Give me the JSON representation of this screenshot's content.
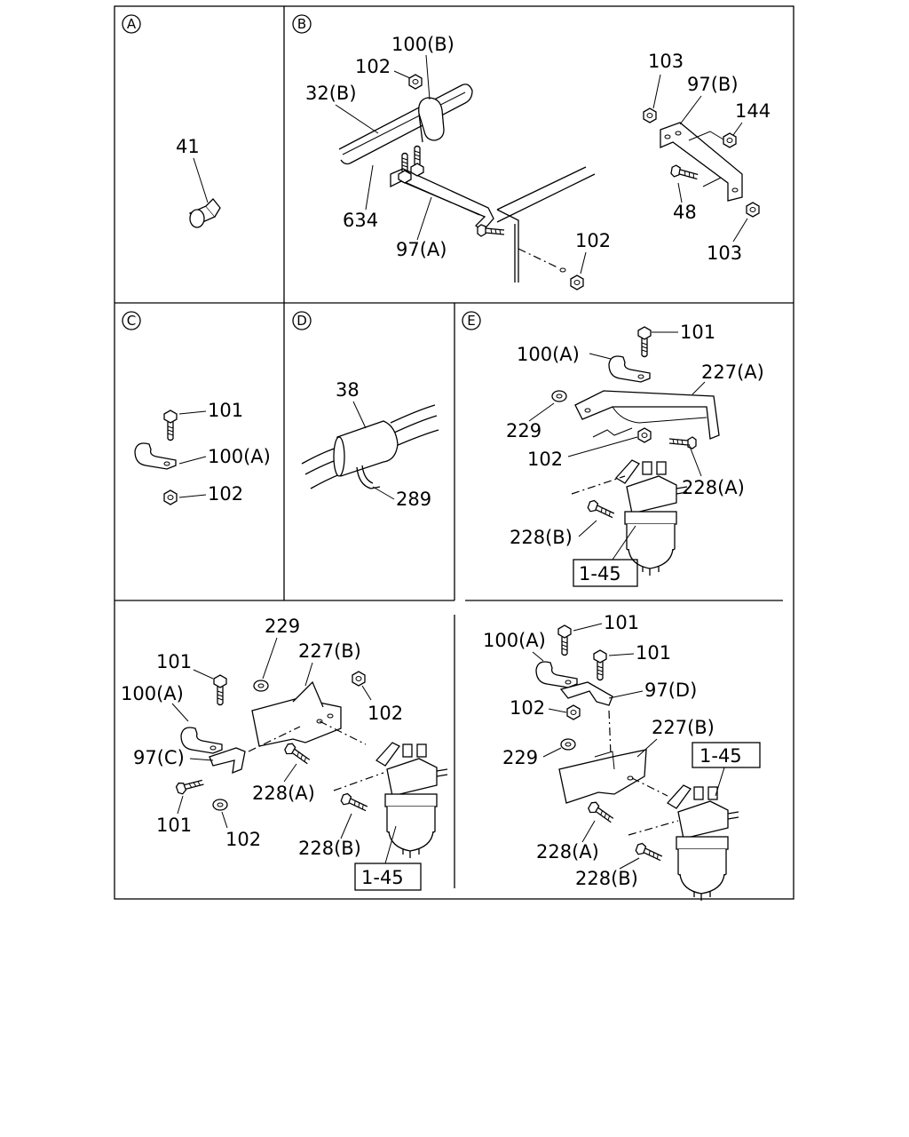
{
  "panels": {
    "A": {
      "marker": "A",
      "labels": {
        "p41": "41"
      }
    },
    "B": {
      "marker": "B",
      "labels": {
        "p100b": "100(B)",
        "p102a": "102",
        "p32b": "32(B)",
        "p634": "634",
        "p97a": "97(A)",
        "p102b": "102",
        "p103a": "103",
        "p97b": "97(B)",
        "p144": "144",
        "p48": "48",
        "p103b": "103"
      }
    },
    "C": {
      "marker": "C",
      "labels": {
        "p101": "101",
        "p100a": "100(A)",
        "p102": "102"
      }
    },
    "D": {
      "marker": "D",
      "labels": {
        "p38": "38",
        "p289": "289"
      }
    },
    "E": {
      "marker": "E",
      "labels": {
        "p101": "101",
        "p100a": "100(A)",
        "p227a": "227(A)",
        "p229": "229",
        "p102": "102",
        "p228a": "228(A)",
        "p228b": "228(B)",
        "ref": "1-45"
      }
    },
    "F": {
      "labels": {
        "p229": "229",
        "p227b": "227(B)",
        "p101a": "101",
        "p100a": "100(A)",
        "p102a": "102",
        "p97c": "97(C)",
        "p228a": "228(A)",
        "p101b": "101",
        "p102b": "102",
        "p228b": "228(B)",
        "ref": "1-45"
      }
    },
    "G": {
      "labels": {
        "p101a": "101",
        "p100a": "100(A)",
        "p101b": "101",
        "p97d": "97(D)",
        "p102": "102",
        "p227b": "227(B)",
        "ref": "1-45",
        "p229": "229",
        "p228a": "228(A)",
        "p228b": "228(B)"
      }
    }
  }
}
